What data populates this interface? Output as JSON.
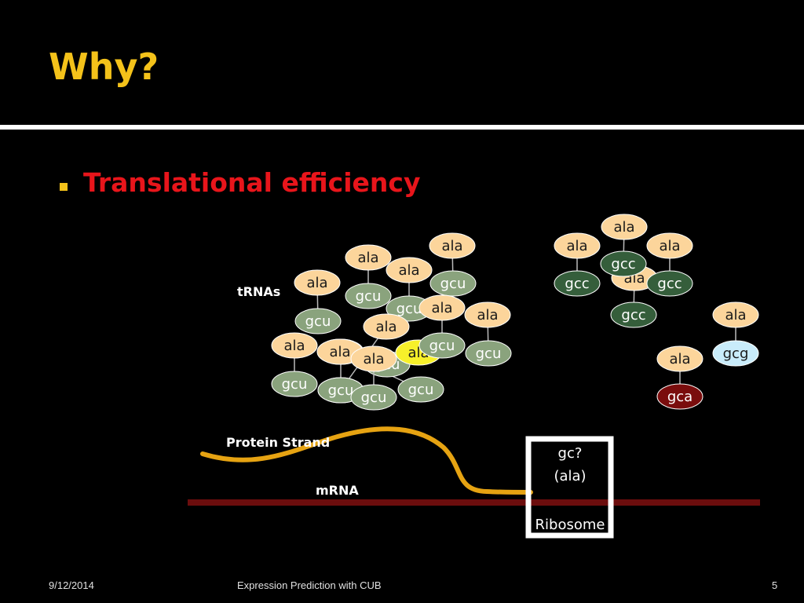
{
  "slide": {
    "title": "Why?",
    "bullet": "Translational efficiency",
    "labels": {
      "trnas": "tRNAs",
      "protein": "Protein Strand",
      "mrna": "mRNA"
    },
    "ribosome": {
      "codon": "gc?",
      "amino": "(ala)",
      "label": "Ribosome"
    },
    "footer": {
      "date": "9/12/2014",
      "center": "Expression Prediction with CUB",
      "page": "5"
    }
  },
  "colors": {
    "title": "#f4c21a",
    "bullet_text": "#e8151b",
    "ala_fill": "#fcd59b",
    "ala_fill_highlight": "#f7f02a",
    "gcu_fill": "#8aa37d",
    "gcc_fill": "#355e3b",
    "gca_fill": "#7a0d0d",
    "gcg_fill": "#c9ecfa",
    "protein_strand": "#e6a312",
    "mrna": "#6b0d0d"
  },
  "trnas": [
    {
      "amino": "ala",
      "codon": "gcu",
      "codon_color": "gcu",
      "highlight": false
    },
    {
      "amino": "ala",
      "codon": "gcu",
      "codon_color": "gcu",
      "highlight": false
    },
    {
      "amino": "ala",
      "codon": "gcu",
      "codon_color": "gcu",
      "highlight": false
    },
    {
      "amino": "ala",
      "codon": "gcu",
      "codon_color": "gcu",
      "highlight": false
    },
    {
      "amino": "ala",
      "codon": "gcu",
      "codon_color": "gcu",
      "highlight": false
    },
    {
      "amino": "ala",
      "codon": "gcu",
      "codon_color": "gcu",
      "highlight": true
    },
    {
      "amino": "ala",
      "codon": "gcu",
      "codon_color": "gcu",
      "highlight": false
    },
    {
      "amino": "ala",
      "codon": "gcu",
      "codon_color": "gcu",
      "highlight": false
    },
    {
      "amino": "ala",
      "codon": "gcu",
      "codon_color": "gcu",
      "highlight": false
    },
    {
      "amino": "ala",
      "codon": "gcu",
      "codon_color": "gcu",
      "highlight": false
    },
    {
      "amino": "ala",
      "codon": "gcu",
      "codon_color": "gcu",
      "highlight": false
    },
    {
      "amino": "ala",
      "codon": "gcu",
      "codon_color": "gcu",
      "highlight": false
    },
    {
      "amino": "ala",
      "codon": "gcc",
      "codon_color": "gcc",
      "highlight": false
    },
    {
      "amino": "ala",
      "codon": "gcc",
      "codon_color": "gcc",
      "highlight": false
    },
    {
      "amino": "ala",
      "codon": "gcc",
      "codon_color": "gcc",
      "highlight": false
    },
    {
      "amino": "ala",
      "codon": "gcc",
      "codon_color": "gcc",
      "highlight": false
    },
    {
      "amino": "ala",
      "codon": "gcg",
      "codon_color": "gcg",
      "highlight": false
    },
    {
      "amino": "ala",
      "codon": "gca",
      "codon_color": "gca",
      "highlight": false
    }
  ]
}
